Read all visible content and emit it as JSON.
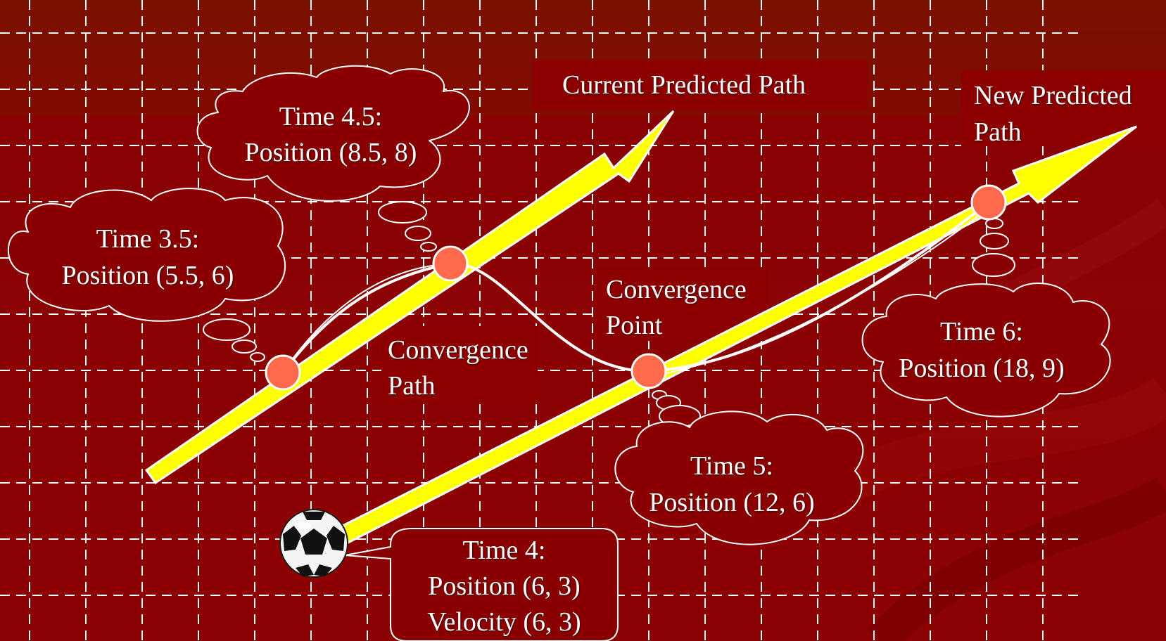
{
  "colors": {
    "background": "#8a0303",
    "banner": "#7a1000",
    "grid": "#ffffff",
    "arrow_fill": "#ffff00",
    "arrow_stroke": "#ffffff",
    "marker": "#ff6a4d",
    "bubble_fill": "#8a0000",
    "bubble_stroke": "#ffffff"
  },
  "icons": {
    "ball": "soccer-ball-icon"
  },
  "labels": {
    "current_path": "Current Predicted Path",
    "new_path_line1": "New Predicted",
    "new_path_line2": "Path",
    "convergence_path_line1": "Convergence",
    "convergence_path_line2": "Path",
    "convergence_point_line1": "Convergence",
    "convergence_point_line2": "Point"
  },
  "bubbles": {
    "t35": {
      "line1": "Time 3.5:",
      "line2": "Position (5.5, 6)"
    },
    "t45": {
      "line1": "Time 4.5:",
      "line2": "Position (8.5, 8)"
    },
    "t5": {
      "line1": "Time 5:",
      "line2": "Position (12, 6)"
    },
    "t6": {
      "line1": "Time 6:",
      "line2": "Position (18, 9)"
    },
    "t4": {
      "line1": "Time 4:",
      "line2": "Position (6, 3)",
      "line3": "Velocity (6, 3)"
    }
  }
}
